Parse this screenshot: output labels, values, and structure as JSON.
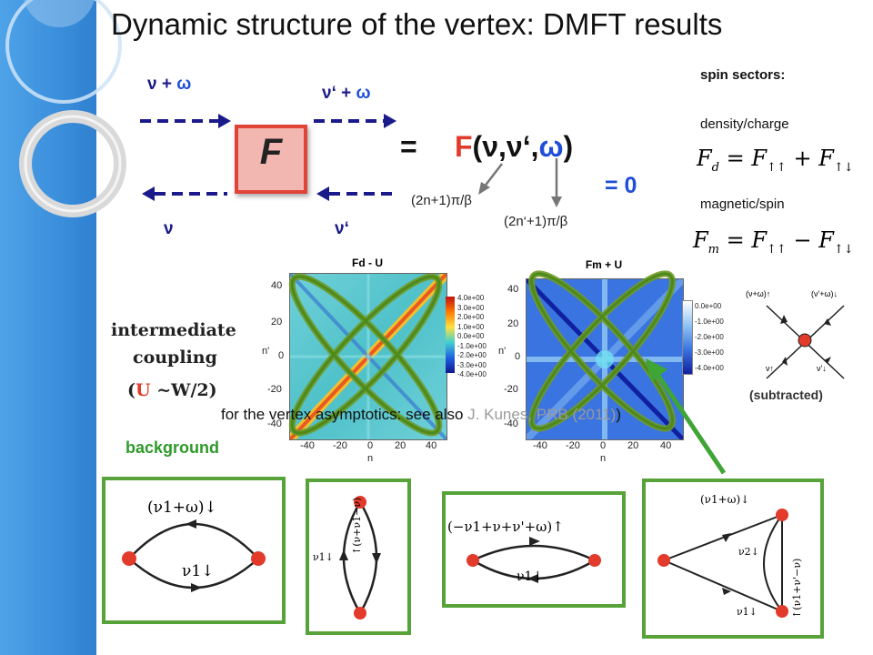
{
  "title": "Dynamic structure of the vertex: DMFT results",
  "vertex": {
    "top_left": {
      "main": "ν + ",
      "omega": "ω"
    },
    "top_right": {
      "main": "ν‘ + ",
      "omega": "ω"
    },
    "bottom_left": "ν",
    "bottom_right": "ν‘",
    "box_label": "F"
  },
  "equation": {
    "equals": "=",
    "F": "F",
    "args_open": "(ν,ν‘,",
    "omega": "ω",
    "args_close": ")",
    "zero": "= 0",
    "nu_freq": "(2n+1)π/β",
    "nuprime_freq": "(2n‘+1)π/β"
  },
  "spin_sectors": {
    "heading": "spin sectors",
    "density": "density/charge",
    "density_formula": {
      "lhs": "F",
      "lsub": "d",
      "rhs1": "F",
      "s1": "↑↑",
      "op": "+",
      "rhs2": "F",
      "s2": "↑↓"
    },
    "magnetic": "magnetic/spin",
    "magnetic_formula": {
      "lhs": "F",
      "lsub": "m",
      "rhs1": "F",
      "s1": "↑↑",
      "op": "−",
      "rhs2": "F",
      "s2": "↑↓"
    }
  },
  "coupling": {
    "line1": "intermediate",
    "line2": "coupling",
    "paren_open": "(",
    "U": "U",
    "rest": " ~W/2)"
  },
  "heatmaps": [
    {
      "title": "Fd - U",
      "ylabel": "n'",
      "xlabel": "n",
      "xticks": [
        "-40",
        "-20",
        "0",
        "20",
        "40"
      ],
      "yticks": [
        "40",
        "20",
        "0",
        "-20",
        "-40"
      ],
      "colorbar": [
        "4.0e+00",
        "3.0e+00",
        "2.0e+00",
        "1.0e+00",
        "0.0e+00",
        "-1.0e+00",
        "-2.0e+00",
        "-3.0e+00",
        "-4.0e+00"
      ]
    },
    {
      "title": "Fm + U",
      "ylabel": "n'",
      "xlabel": "n",
      "xticks": [
        "-40",
        "-20",
        "0",
        "20",
        "40"
      ],
      "yticks": [
        "40",
        "20",
        "0",
        "-20",
        "-40"
      ],
      "colorbar": [
        "0.0e+00",
        "-1.0e+00",
        "-2.0e+00",
        "-3.0e+00",
        "-4.0e+00"
      ]
    }
  ],
  "subtracted_diagram": {
    "label": "(subtracted)",
    "tl": "(ν+ω)↑",
    "tr": "(ν'+ω)↓",
    "bl": "ν↑",
    "br": "ν'↓"
  },
  "asymptotics_note": {
    "prefix": "for the vertex asymptotics:  see also ",
    "ref": "J. Kunes, PRB (2011)"
  },
  "background": "background",
  "panels": [
    {
      "top": "(ν1+ω)↓",
      "bottom": "ν1↓"
    },
    {
      "left": "ν1↓",
      "right": "↑(ν+ν1−ν)"
    },
    {
      "top": "(−ν1+ν+ν'+ω)↑",
      "bottom": "ν1↓"
    },
    {
      "top": "(ν1+ω)↓",
      "mid": "ν2↓",
      "bottom": "ν1↓",
      "right": "↑(ν1+ν'−ν)"
    }
  ],
  "colors": {
    "accent_blue": "#1f4fd8",
    "accent_red": "#e23b2b",
    "frame_green": "#57a33a",
    "dark_navy": "#1a1a8a"
  }
}
